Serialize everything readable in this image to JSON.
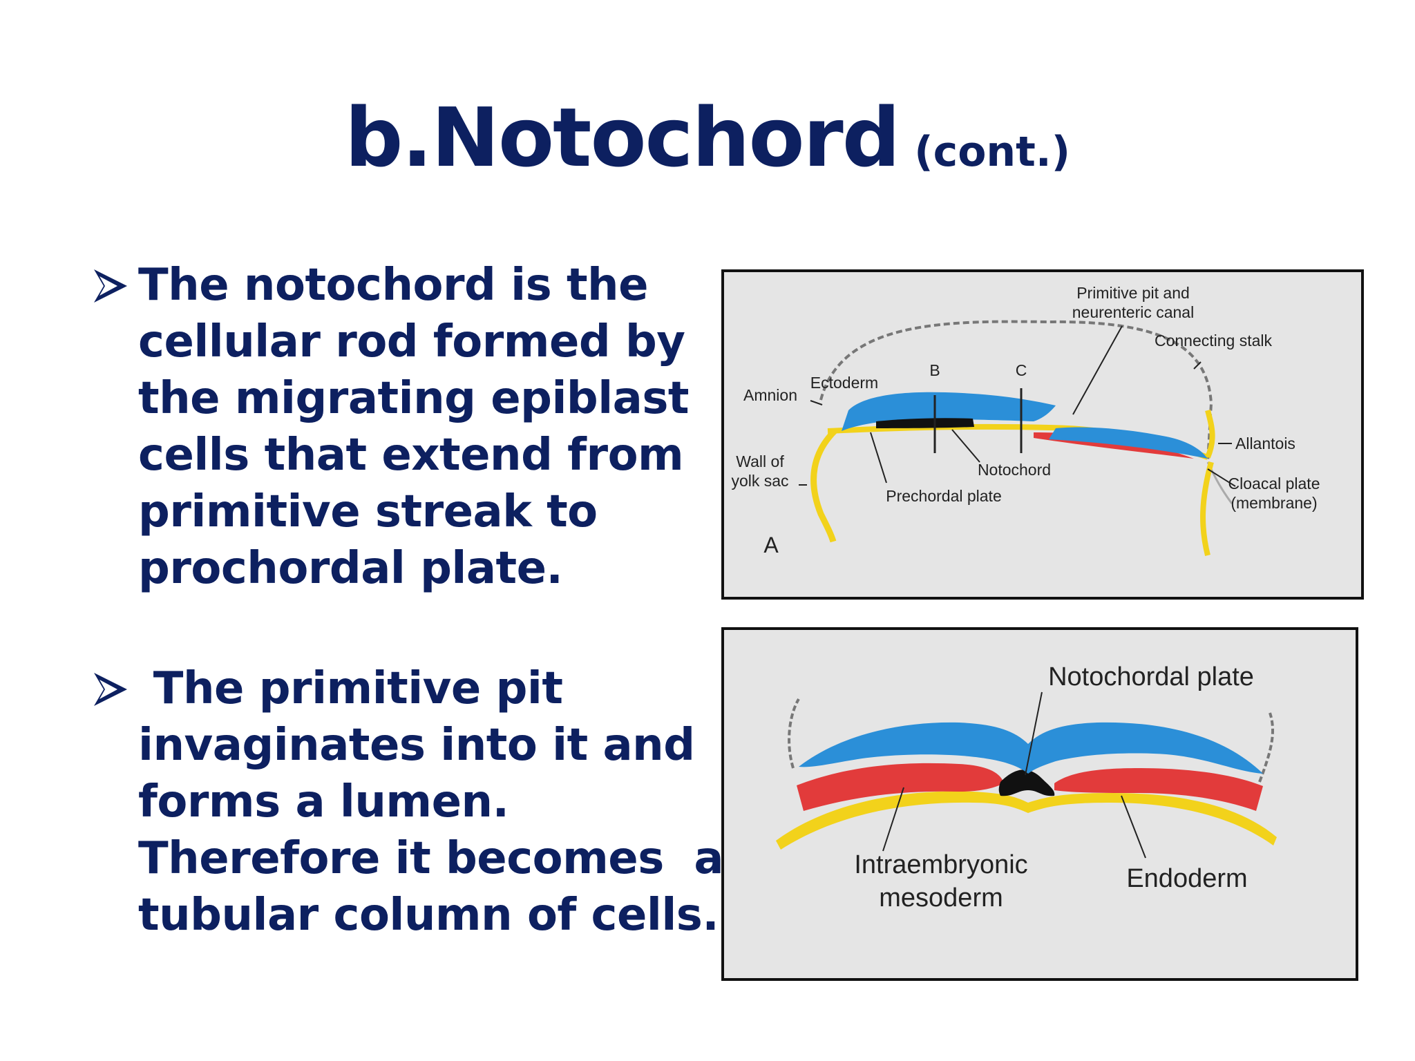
{
  "title": {
    "main": "b.Notochord",
    "sub": "(cont.)"
  },
  "bullets": [
    {
      "lines": [
        "The notochord is the",
        "cellular rod formed by",
        "the migrating epiblast",
        "cells that extend from",
        "primitive streak to",
        "prochordal plate."
      ]
    },
    {
      "lines": [
        " The primitive pit",
        "invaginates into it and",
        "forms a lumen.",
        "Therefore it becomes  a",
        "tubular column of cells."
      ]
    }
  ],
  "colors": {
    "title": "#0d2060",
    "ectoderm": "#2b8fd8",
    "mesoderm": "#e23b3b",
    "endoderm": "#f2d21b",
    "notochord": "#111111",
    "panel_bg": "#e5e5e5"
  },
  "figure_a": {
    "labels": {
      "primitive_pit": [
        "Primitive pit and",
        "neurenteric canal"
      ],
      "connecting_stalk": "Connecting stalk",
      "amnion": "Amnion",
      "ectoderm": "Ectoderm",
      "b": "B",
      "c": "C",
      "allantois": "Allantois",
      "wall_of_yolk_sac": [
        "Wall of",
        "yolk sac"
      ],
      "notochord": "Notochord",
      "cloacal_plate": [
        "Cloacal plate",
        "(membrane)"
      ],
      "prechordal_plate": "Prechordal plate",
      "panel_letter": "A"
    }
  },
  "figure_b": {
    "labels": {
      "notochordal_plate": "Notochordal plate",
      "intraembryonic_mesoderm": [
        "Intraembryonic",
        "mesoderm"
      ],
      "endoderm": "Endoderm"
    }
  }
}
